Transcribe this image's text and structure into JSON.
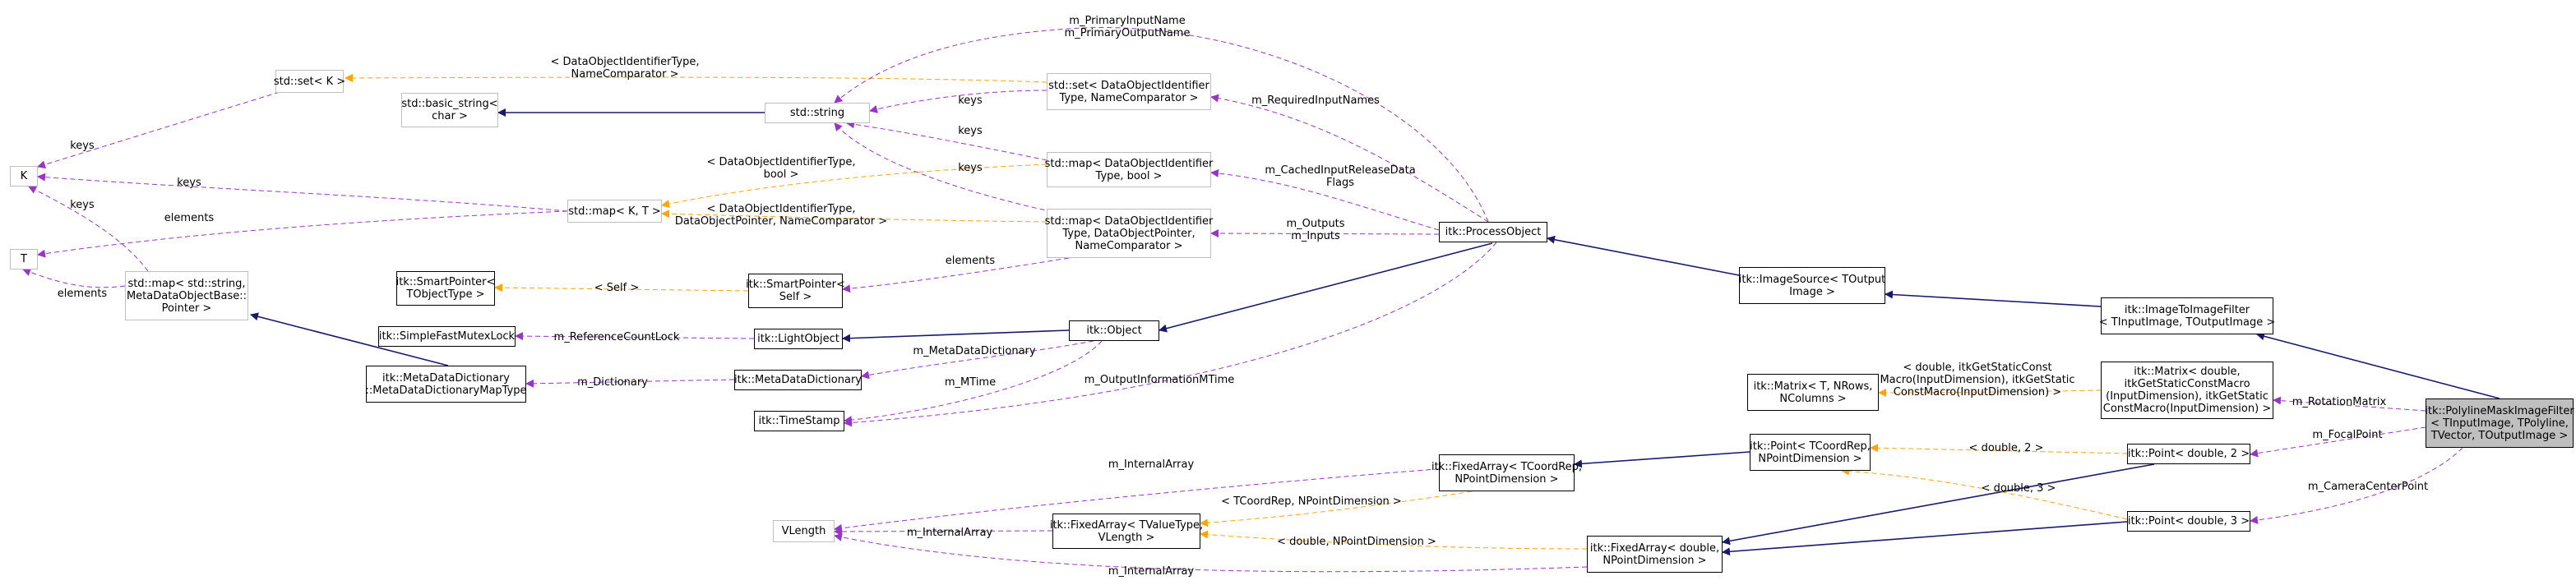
{
  "colors": {
    "inherit": "#191970",
    "usage": "#9a32cd",
    "template": "#ffa500",
    "focus_bg": "#bfbfbf",
    "grey_border": "#bfbfbf"
  },
  "nodes": {
    "set_k": [
      "std::set< K >"
    ],
    "basic_string": [
      "std::basic_string<",
      "char >"
    ],
    "k": [
      "K"
    ],
    "t": [
      "T"
    ],
    "std_string": [
      "std::string"
    ],
    "set_doi": [
      "std::set< DataObjectIdentifier",
      "Type, NameComparator >"
    ],
    "map_doi_bool": [
      "std::map< DataObjectIdentifier",
      "Type, bool >"
    ],
    "map_kt": [
      "std::map< K, T >"
    ],
    "map_doi_ptr": [
      "std::map< DataObjectIdentifier",
      "Type, DataObjectPointer,",
      "NameComparator >"
    ],
    "map_meta": [
      "std::map< std::string,",
      "MetaDataObjectBase::",
      "Pointer >"
    ],
    "smartptr_t": [
      "itk::SmartPointer<",
      "TObjectType >"
    ],
    "smartptr_self": [
      "itk::SmartPointer<",
      "Self >"
    ],
    "mutex_lock": [
      "itk::SimpleFastMutexLock"
    ],
    "light_object": [
      "itk::LightObject"
    ],
    "object": [
      "itk::Object"
    ],
    "meta_dict_map": [
      "itk::MetaDataDictionary",
      "::MetaDataDictionaryMapType"
    ],
    "meta_dict": [
      "itk::MetaDataDictionary"
    ],
    "time_stamp": [
      "itk::TimeStamp"
    ],
    "process_object": [
      "itk::ProcessObject"
    ],
    "image_source": [
      "itk::ImageSource< TOutput",
      "Image >"
    ],
    "image_to_image": [
      "itk::ImageToImageFilter",
      "< TInputImage, TOutputImage >"
    ],
    "polyline": [
      "itk::PolylineMaskImageFilter",
      "< TInputImage, TPolyline,",
      "TVector, TOutputImage >"
    ],
    "matrix_t": [
      "itk::Matrix< T, NRows,",
      "NColumns >"
    ],
    "matrix_double": [
      "itk::Matrix< double,",
      "itkGetStaticConstMacro",
      "(InputDimension), itkGetStatic",
      "ConstMacro(InputDimension) >"
    ],
    "point_t": [
      "itk::Point< TCoordRep,",
      "NPointDimension >"
    ],
    "point_2": [
      "itk::Point< double, 2 >"
    ],
    "point_3": [
      "itk::Point< double, 3 >"
    ],
    "fixed_coord": [
      "itk::FixedArray< TCoordRep,",
      "NPointDimension >"
    ],
    "vlength": [
      "VLength"
    ],
    "fixed_value": [
      "itk::FixedArray< TValueType,",
      "VLength >"
    ],
    "fixed_double": [
      "itk::FixedArray< double,",
      "NPointDimension >"
    ]
  },
  "edge_labels": {
    "primary_io": [
      "m_PrimaryInputName",
      "m_PrimaryOutputName"
    ],
    "set_k_tmpl": [
      "< DataObjectIdentifierType,",
      "NameComparator >"
    ],
    "keys_set_k": [
      "keys"
    ],
    "keys_set_doi": [
      "keys"
    ],
    "required_inputs": [
      "m_RequiredInputNames"
    ],
    "keys_map_bool": [
      "keys"
    ],
    "keys_map_ptr": [
      "keys"
    ],
    "keys_map_kt": [
      "keys"
    ],
    "elements_map_kt": [
      "elements"
    ],
    "map_bool_tmpl": [
      "< DataObjectIdentifierType,",
      "bool >"
    ],
    "map_ptr_tmpl": [
      "< DataObjectIdentifierType,",
      "DataObjectPointer, NameComparator >"
    ],
    "cached_flags": [
      "m_CachedInputReleaseData",
      "Flags"
    ],
    "outputs_inputs": [
      "m_Outputs",
      "m_Inputs"
    ],
    "keys_map_meta": [
      "keys"
    ],
    "elements_map_meta": [
      "elements"
    ],
    "self_tmpl": [
      "< Self >"
    ],
    "elements_smart": [
      "elements"
    ],
    "ref_count_lock": [
      "m_ReferenceCountLock"
    ],
    "meta_dict_member": [
      "m_MetaDataDictionary"
    ],
    "dictionary": [
      "m_Dictionary"
    ],
    "mtime": [
      "m_MTime"
    ],
    "output_info_mtime": [
      "m_OutputInformationMTime"
    ],
    "matrix_tmpl": [
      "< double, itkGetStaticConst",
      "Macro(InputDimension), itkGetStatic",
      "ConstMacro(InputDimension) >"
    ],
    "rotation_matrix": [
      "m_RotationMatrix"
    ],
    "double_2": [
      "< double, 2 >"
    ],
    "focal_point": [
      "m_FocalPoint"
    ],
    "double_3": [
      "< double, 3 >"
    ],
    "camera_center": [
      "m_CameraCenterPoint"
    ],
    "internal_array_1": [
      "m_InternalArray"
    ],
    "coordrep_tmpl": [
      "< TCoordRep, NPointDimension >"
    ],
    "internal_array_2": [
      "m_InternalArray"
    ],
    "double_npd": [
      "< double, NPointDimension >"
    ],
    "internal_array_3": [
      "m_InternalArray"
    ]
  }
}
